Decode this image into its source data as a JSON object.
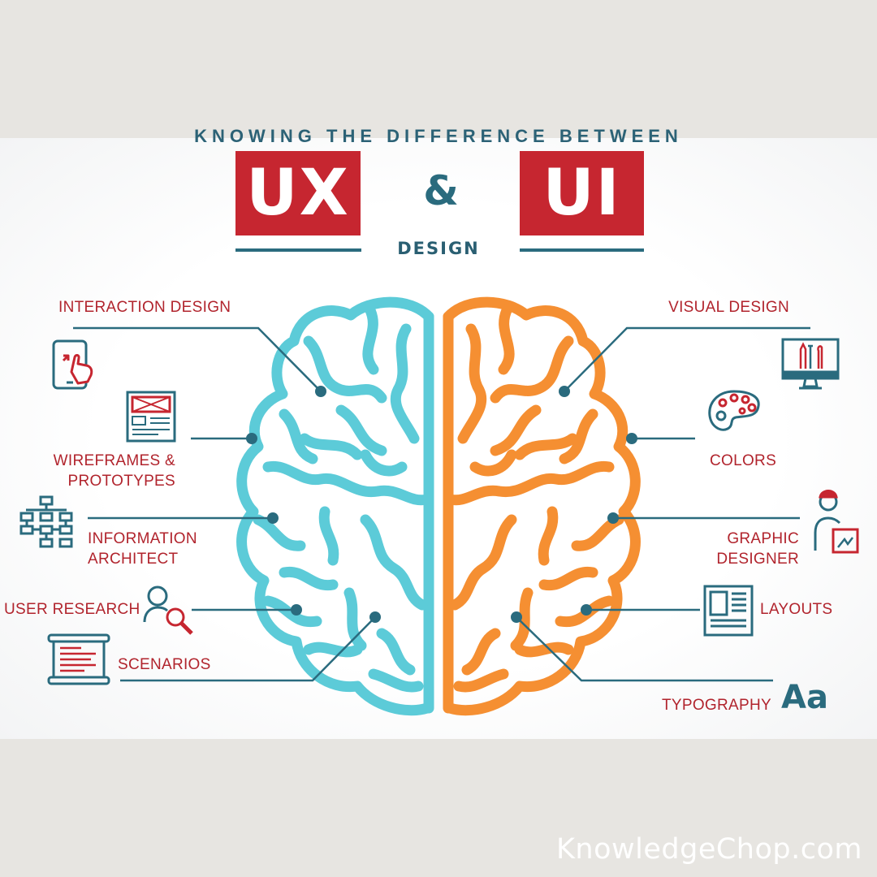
{
  "title": {
    "top_partial": "KNOWING THE DIFFERENCE BETWEEN",
    "left": "UX",
    "ampersand": "&",
    "right": "UI",
    "subtitle": "DESIGN"
  },
  "ux_items": [
    {
      "label": "INTERACTION DESIGN",
      "icon": "tablet-touch-icon"
    },
    {
      "label_lines": [
        "WIREFRAMES &",
        "PROTOTYPES"
      ],
      "icon": "wireframe-icon"
    },
    {
      "label_lines": [
        "INFORMATION",
        "ARCHITECT"
      ],
      "icon": "sitemap-icon"
    },
    {
      "label": "USER RESEARCH",
      "icon": "user-search-icon"
    },
    {
      "label": "SCENARIOS",
      "icon": "scroll-document-icon"
    }
  ],
  "ui_items": [
    {
      "label": "VISUAL DESIGN",
      "icon": "monitor-tools-icon"
    },
    {
      "label": "COLORS",
      "icon": "palette-icon"
    },
    {
      "label_lines": [
        "GRAPHIC",
        "DESIGNER"
      ],
      "icon": "designer-icon"
    },
    {
      "label": "LAYOUTS",
      "icon": "layout-icon"
    },
    {
      "label": "TYPOGRAPHY",
      "icon": "aa-glyph",
      "glyph": "Aa"
    }
  ],
  "watermark": "KnowledgeChop.com",
  "colors": {
    "red": "#c62630",
    "teal": "#2a6b7e",
    "left_brain": "#5ccbd8",
    "right_brain": "#f58f32",
    "label_red": "#b1242d"
  }
}
